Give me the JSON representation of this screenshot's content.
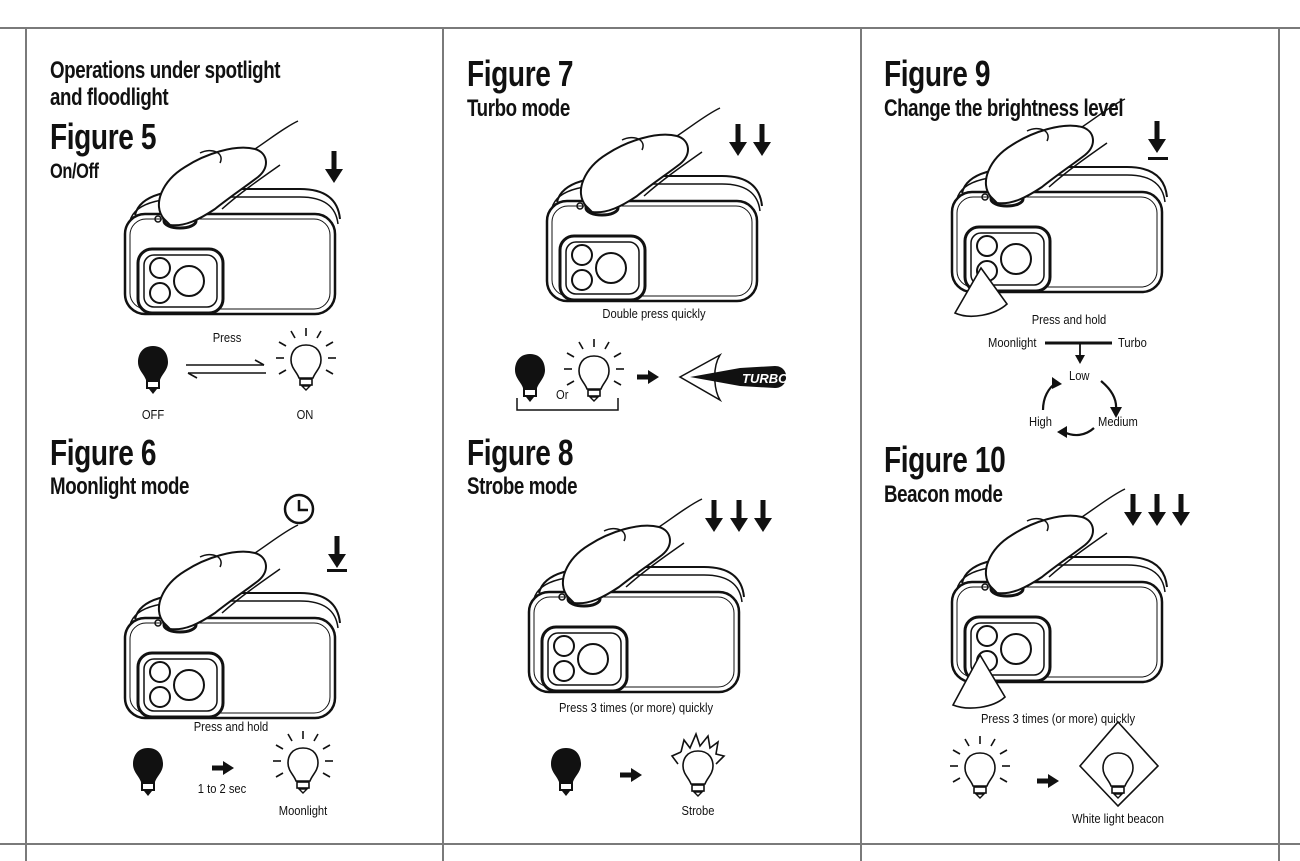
{
  "section_title_line1": "Operations under spotlight",
  "section_title_line2": "and floodlight",
  "figures": [
    {
      "title": "Figure 5",
      "subtitle": "On/Off",
      "action": "Press",
      "state_a": "OFF",
      "state_b": "ON"
    },
    {
      "title": "Figure 6",
      "subtitle": "Moonlight mode",
      "action": "Press and hold",
      "duration": "1 to 2 sec",
      "result": "Moonlight"
    },
    {
      "title": "Figure 7",
      "subtitle": "Turbo mode",
      "action": "Double press quickly",
      "or_label": "Or",
      "badge": "TURBO"
    },
    {
      "title": "Figure 8",
      "subtitle": "Strobe mode",
      "action": "Press 3 times (or more) quickly",
      "result": "Strobe"
    },
    {
      "title": "Figure 9",
      "subtitle": "Change the brightness level",
      "action": "Press and hold",
      "from": "Moonlight",
      "to": "Turbo",
      "levels": [
        "Low",
        "Medium",
        "High"
      ]
    },
    {
      "title": "Figure 10",
      "subtitle": "Beacon mode",
      "action": "Press 3 times (or more) quickly",
      "result": "White light beacon"
    }
  ],
  "icons": [
    "finger-press-icon",
    "flashlight-device-icon",
    "press-arrow-icon",
    "timer-clock-icon",
    "bulb-off-icon",
    "bulb-on-icon",
    "strobe-bulb-icon",
    "beacon-bulb-icon",
    "light-cone-icon",
    "right-arrow-icon",
    "cycle-arrows-icon"
  ]
}
